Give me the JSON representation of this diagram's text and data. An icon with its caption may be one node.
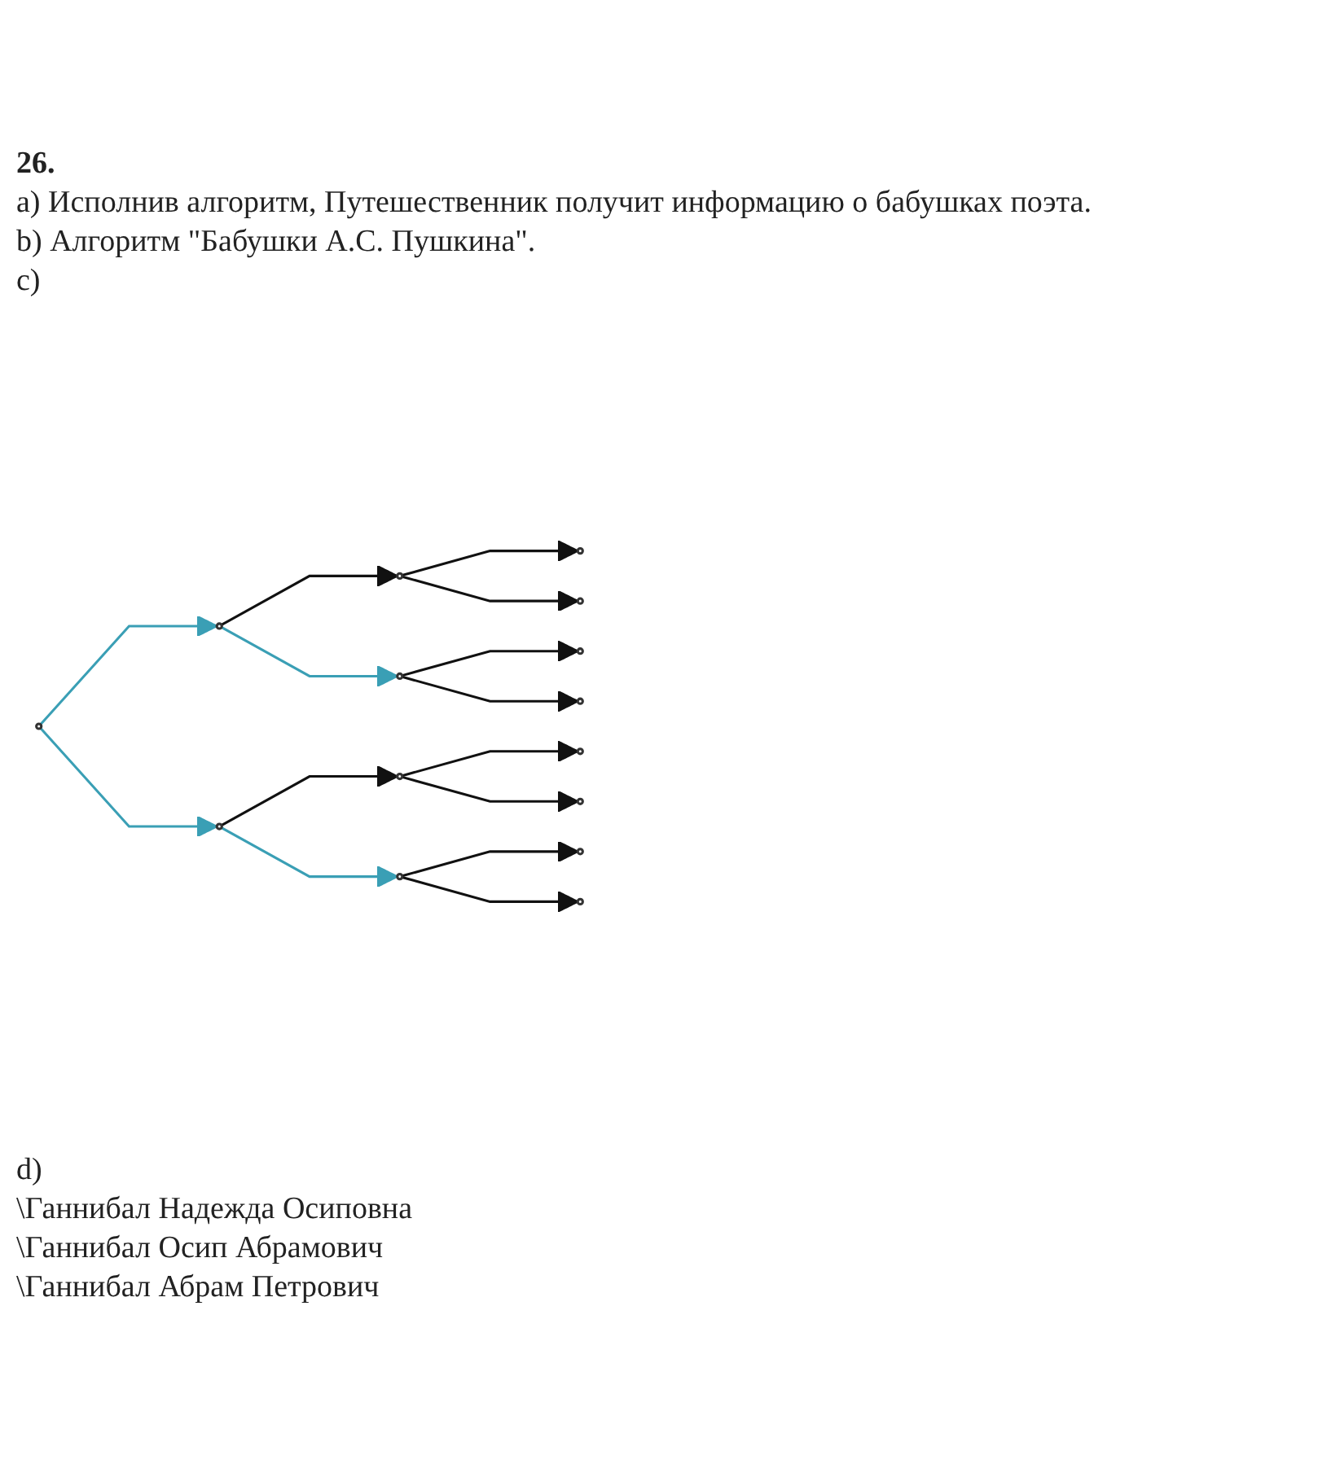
{
  "diagram": {
    "title": "26.",
    "nodes": [
      {
        "text": [],
        "shape": "circle"
      },
      {
        "text": [],
        "shape": "circle"
      },
      {
        "text": [],
        "shape": "circle"
      },
      {
        "text": [],
        "shape": "circle"
      },
      {
        "text": [],
        "shape": "circle"
      },
      {
        "text": [],
        "shape": "circle"
      },
      {
        "text": [],
        "shape": "circle"
      },
      {
        "text": [],
        "shape": "circle"
      },
      {
        "text": [],
        "shape": "circle"
      },
      {
        "text": [],
        "shape": "circle"
      },
      {
        "text": [],
        "shape": "circle"
      },
      {
        "text": [],
        "shape": "circle"
      },
      {
        "text": [],
        "shape": "circle"
      },
      {
        "text": [],
        "shape": "circle"
      },
      {
        "text": [],
        "shape": "circle"
      }
    ],
    "edges": [
      {
        "from": 0,
        "to": 1,
        "arrow": "to",
        "color": "#3a9fb5"
      },
      {
        "from": 0,
        "to": 2,
        "arrow": "to",
        "color": "#3a9fb5"
      },
      {
        "from": 1,
        "to": 3,
        "arrow": "to"
      },
      {
        "from": 1,
        "to": 4,
        "arrow": "to",
        "color": "#3a9fb5"
      },
      {
        "from": 3,
        "to": 5,
        "arrow": "to"
      },
      {
        "from": 3,
        "to": 6,
        "arrow": "to"
      },
      {
        "from": 4,
        "to": 7,
        "arrow": "to"
      },
      {
        "from": 4,
        "to": 8,
        "arrow": "to"
      },
      {
        "from": 2,
        "to": 9,
        "arrow": "to"
      },
      {
        "from": 2,
        "to": 10,
        "arrow": "to",
        "color": "#3a9fb5"
      },
      {
        "from": 9,
        "to": 11,
        "arrow": "to"
      },
      {
        "from": 9,
        "to": 12,
        "arrow": "to"
      },
      {
        "from": 10,
        "to": 13,
        "arrow": "to"
      },
      {
        "from": 10,
        "to": 14,
        "arrow": "to"
      }
    ],
    "labels": [
      "а) Исполнив алгоритм, Путешественник получит информацию о бабушках поэта.",
      "b) Алгоритм \"Бабушки А.С. Пушкина\".",
      "c)",
      "d)",
      "\\Ганнибал Надежда Осиповна",
      "\\Ганнибал Осип Абрамович",
      "\\Ганнибал Абрам Петрович"
    ]
  }
}
